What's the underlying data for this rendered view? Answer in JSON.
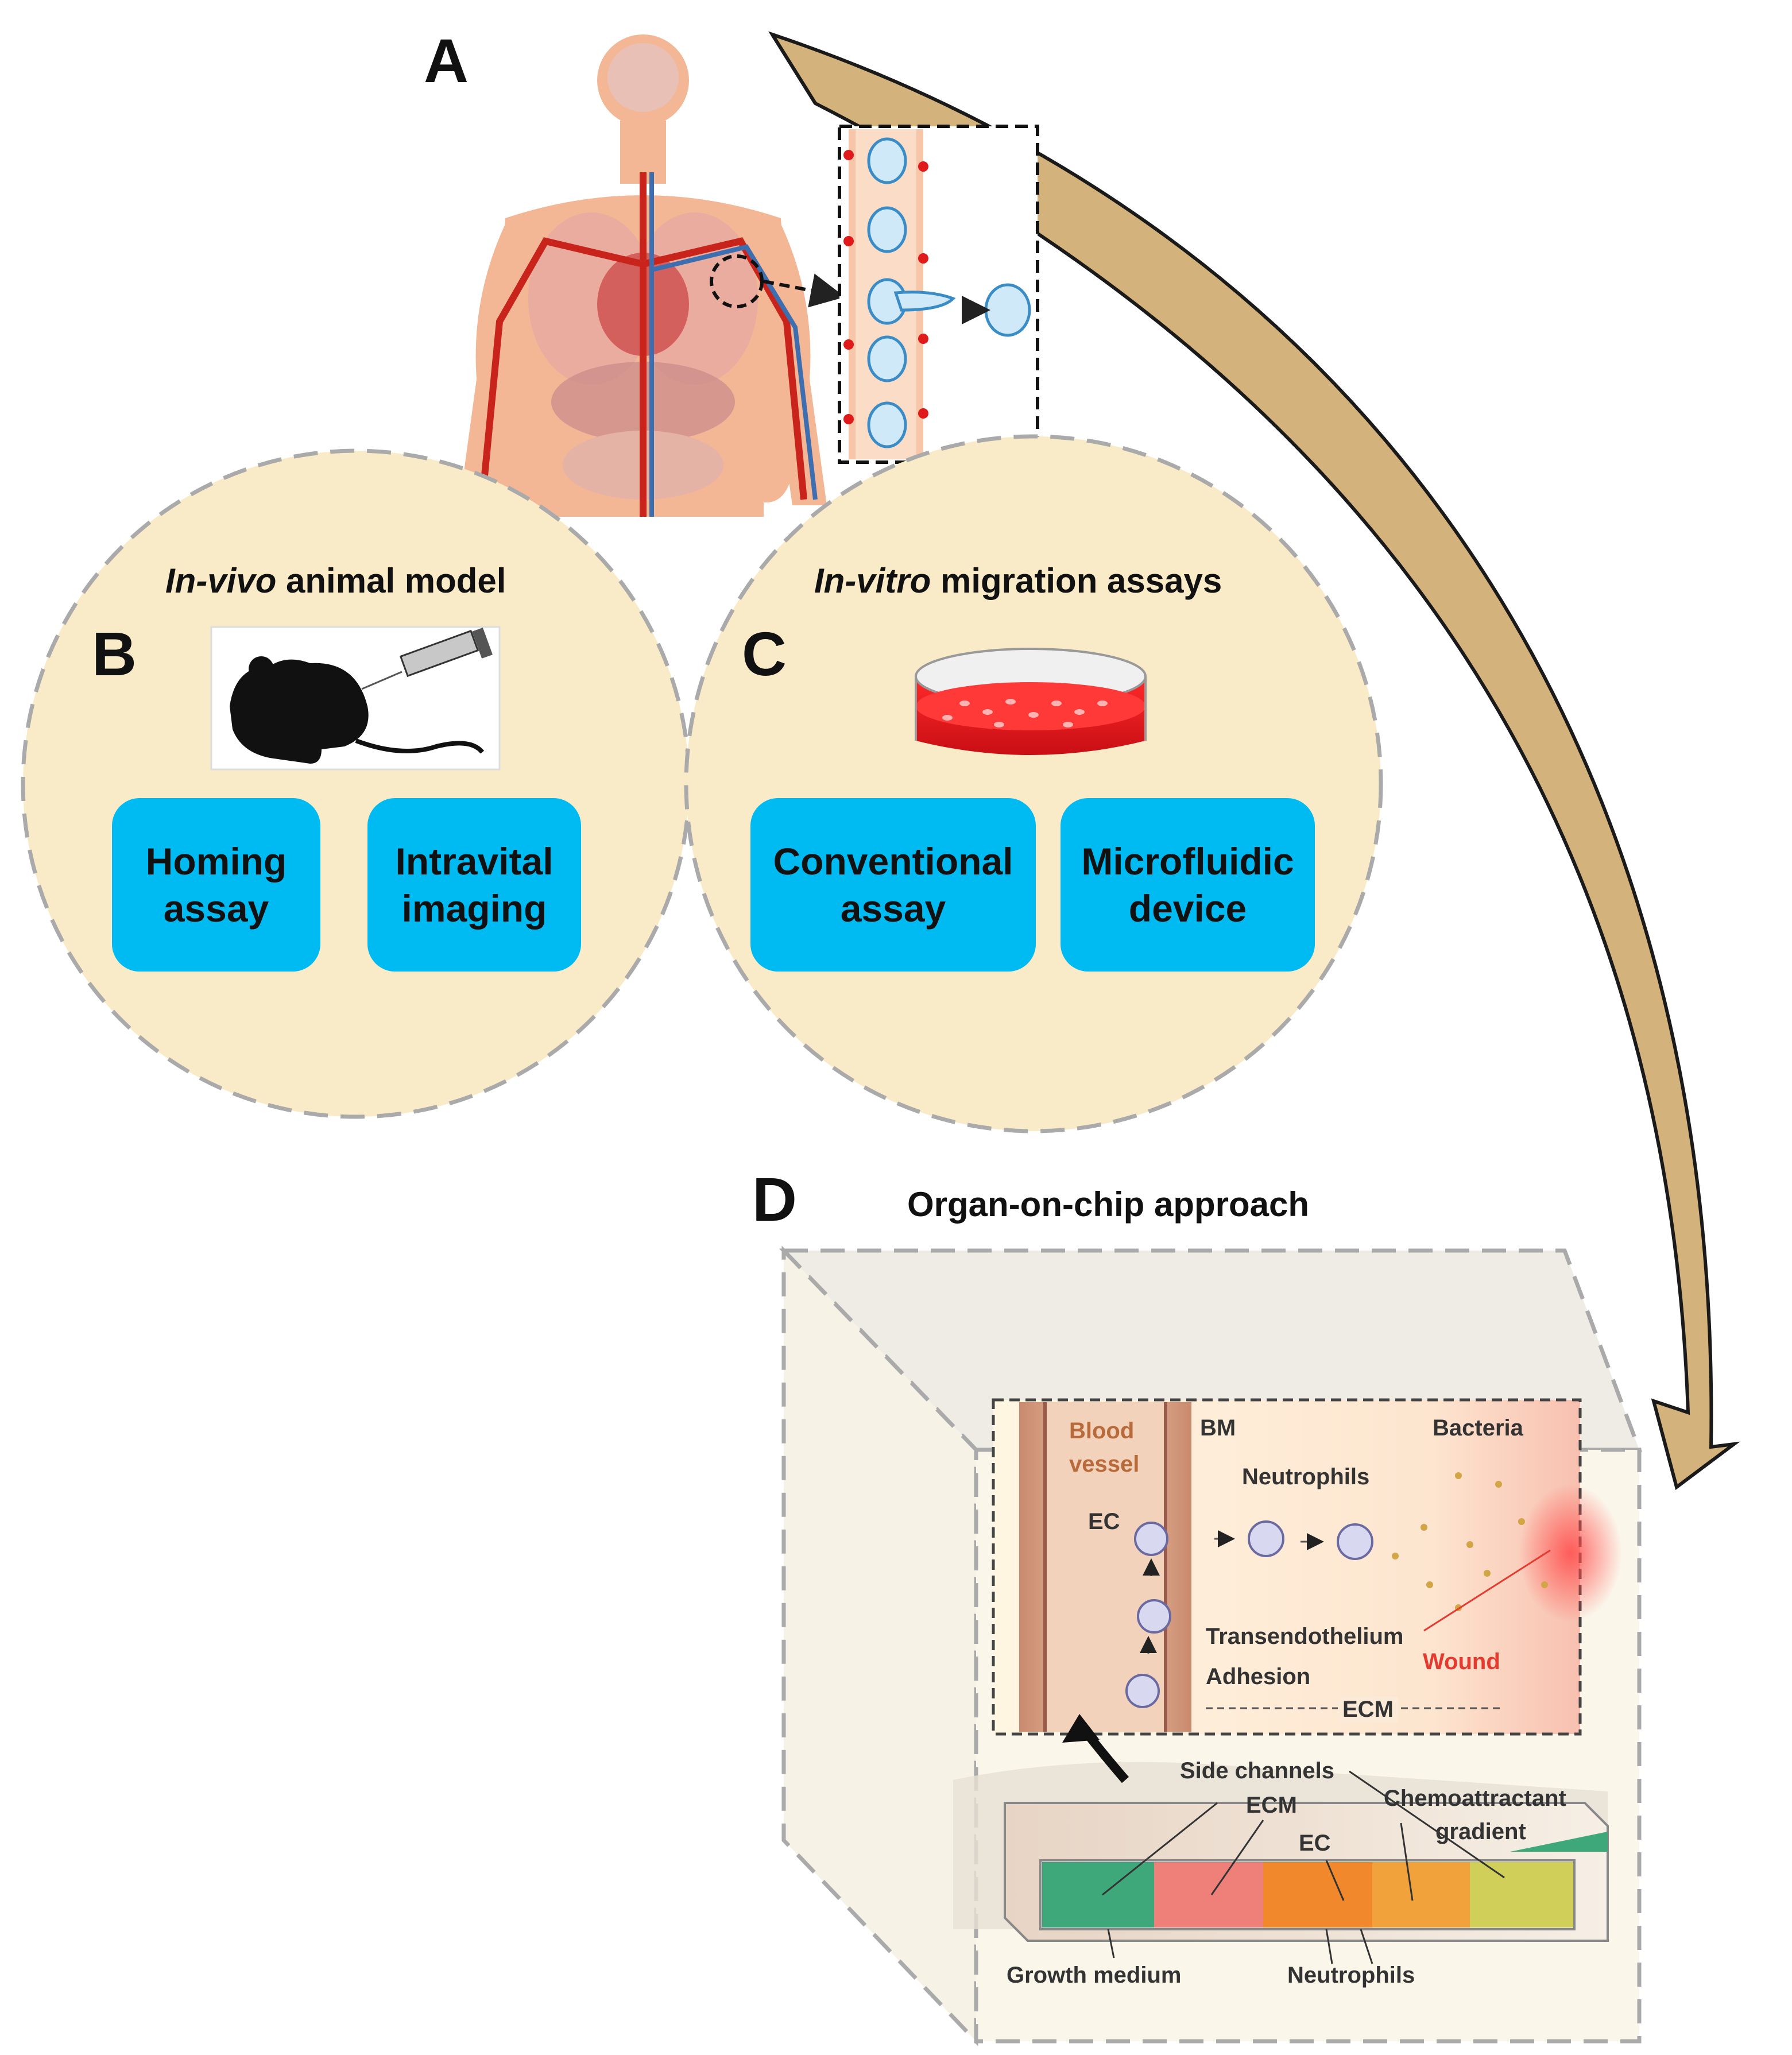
{
  "panels": {
    "A": {
      "letter": "A"
    },
    "B": {
      "letter": "B",
      "title_em": "In-vivo",
      "title_rest": " animal model",
      "buttons": [
        "Homing\nassay",
        "Intravital\nimaging"
      ]
    },
    "C": {
      "letter": "C",
      "title_em": "In-vitro",
      "title_rest": " migration assays",
      "buttons": [
        "Conventional\nassay",
        "Microfluidic\ndevice"
      ]
    },
    "D": {
      "letter": "D",
      "title": "Organ-on-chip approach",
      "labels": {
        "blood": "Blood",
        "vessel": "vessel",
        "bm": "BM",
        "bacteria": "Bacteria",
        "neutrophils_top": "Neutrophils",
        "ec_top": "EC",
        "transendothelium": "Transendothelium",
        "adhesion": "Adhesion",
        "wound": "Wound",
        "ecm_arrow": "ECM",
        "side_channels": "Side channels",
        "ecm_chip": "ECM",
        "ec_chip": "EC",
        "chemo1": "Chemoattractant",
        "chemo2": "gradient",
        "growth_medium": "Growth medium",
        "neutrophils_bottom": "Neutrophils"
      }
    }
  },
  "colors": {
    "circle_fill": "#faebc8",
    "button_fill": "#00baf2",
    "arrow_fill": "#d4b27c",
    "wound_red": "#e43a2f"
  }
}
